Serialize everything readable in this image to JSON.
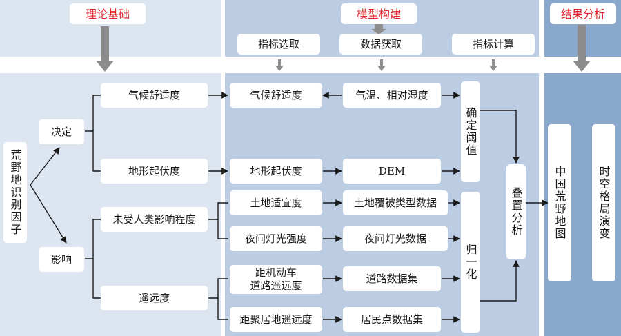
{
  "sections": {
    "theory": "理论基础",
    "model": "模型构建",
    "result": "结果分析"
  },
  "model_steps": [
    "指标选取",
    "数据获取",
    "指标计算"
  ],
  "factors_box": "荒野地识别因子",
  "categories": {
    "decide": "决定",
    "influence": "影响"
  },
  "theory_items": {
    "climate": "气候舒适度",
    "terrain": "地形起伏度",
    "human": "未受人类影响程度",
    "remote": "遥远度"
  },
  "indicators": {
    "climate": "气候舒适度",
    "terrain": "地形起伏度",
    "land": "土地适宜度",
    "night": "夜间灯光强度",
    "road": "距机动车\n道路遥远度",
    "settle": "距聚居地遥远度"
  },
  "data_sources": {
    "climate": "气温、相对湿度",
    "terrain": "DEM",
    "land": "土地覆被类型数据",
    "night": "夜间灯光数据",
    "road": "道路数据集",
    "settle": "居民点数据集"
  },
  "calc": {
    "threshold": "确定阈值",
    "normalize": "归一化",
    "overlay": "叠置分析"
  },
  "results": {
    "map": "中国荒野地图",
    "evolution": "时空格局演变"
  },
  "colors": {
    "theory_panel": "#dde5f1",
    "model_panel": "#bccde3",
    "result_panel": "#8aa8cc",
    "section_title": "#e0262c"
  }
}
